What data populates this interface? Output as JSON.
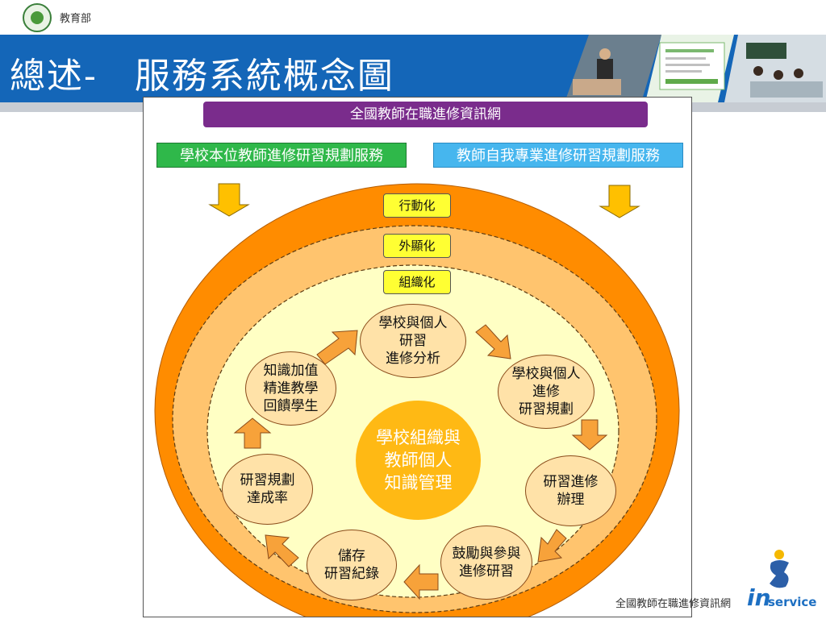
{
  "header": {
    "ministry": "教育部",
    "title": "總述-　服務系統概念圖"
  },
  "diagram": {
    "top_box": "全國教師在職進修資訊網",
    "left_box": "學校本位教師進修研習規劃服務",
    "right_box": "教師自我專業進修研習規劃服務",
    "layers": [
      "行動化",
      "外顯化",
      "組織化"
    ],
    "center": "學校組織與\n教師個人\n知識管理",
    "nodes": [
      "學校與個人\n研習\n進修分析",
      "學校與個人\n進修\n研習規劃",
      "研習進修\n辦理",
      "鼓勵與參與\n進修研習",
      "儲存\n研習紀錄",
      "研習規劃\n達成率",
      "知識加值\n精進教學\n回饋學生"
    ]
  },
  "footer": {
    "site": "全國教師在職進修資訊網",
    "brand_i": "in",
    "brand_rest": "service"
  },
  "colors": {
    "banner": "#1466b8",
    "outer_ring": "#ff8c00",
    "middle_ring": "#ffc46e",
    "inner_circle": "#ffffc4",
    "center": "#ffb914",
    "arrow": "#f7a23a",
    "down_arrow": "#ffc000"
  }
}
